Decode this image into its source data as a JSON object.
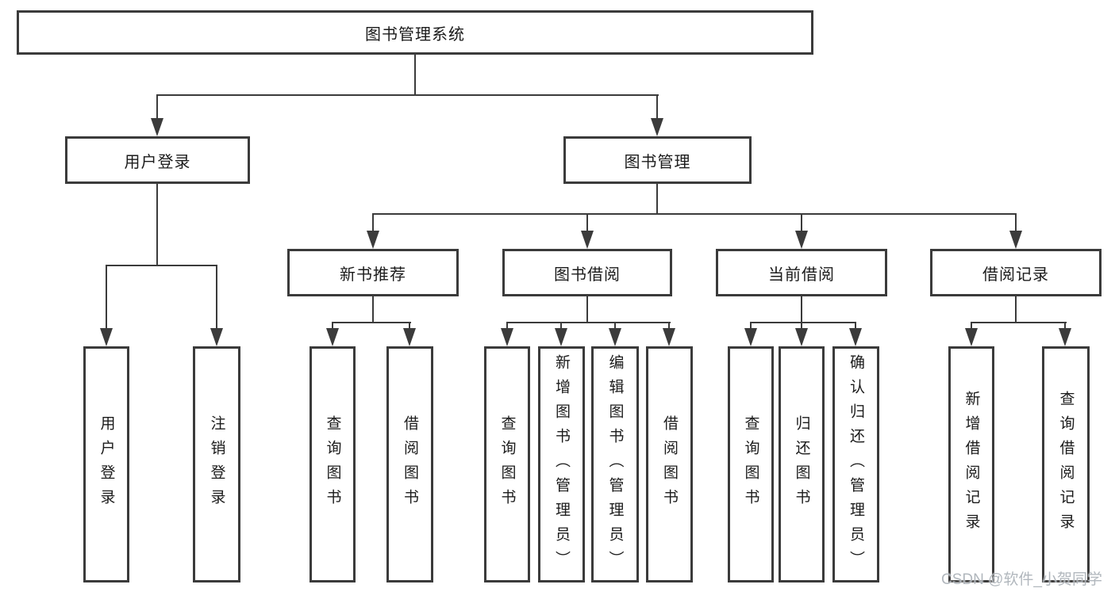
{
  "diagram": {
    "type": "hierarchy-flowchart",
    "colors": {
      "background": "#ffffff",
      "line": "#3b3b3b",
      "box_border": "#3b3b3b",
      "text": "#1b1b1b",
      "watermark": "#a8afb6"
    },
    "watermark": "CSDN @软件_小贺同学"
  },
  "tree": {
    "root": {
      "label": "图书管理系统",
      "children": [
        {
          "label": "用户登录",
          "children": [
            {
              "label": "用户登录"
            },
            {
              "label": "注销登录"
            }
          ]
        },
        {
          "label": "图书管理",
          "children": [
            {
              "label": "新书推荐",
              "children": [
                {
                  "label": "查询图书"
                },
                {
                  "label": "借阅图书"
                }
              ]
            },
            {
              "label": "图书借阅",
              "children": [
                {
                  "label": "查询图书"
                },
                {
                  "label": "新增图书（管理员）"
                },
                {
                  "label": "编辑图书（管理员）"
                },
                {
                  "label": "借阅图书"
                }
              ]
            },
            {
              "label": "当前借阅",
              "children": [
                {
                  "label": "查询图书"
                },
                {
                  "label": "归还图书"
                },
                {
                  "label": "确认归还（管理员）"
                }
              ]
            },
            {
              "label": "借阅记录",
              "children": [
                {
                  "label": "新增借阅记录"
                },
                {
                  "label": "查询借阅记录"
                }
              ]
            }
          ]
        }
      ]
    }
  }
}
